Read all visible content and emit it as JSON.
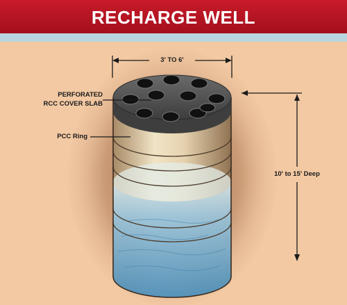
{
  "header": {
    "title": "RECHARGE WELL"
  },
  "labels": {
    "width": "3' TO 6'",
    "cover_slab_line1": "PERFORATED",
    "cover_slab_line2": "RCC COVER SLAB",
    "ring": "PCC Ring",
    "depth": "10' to 15' Deep"
  },
  "colors": {
    "header_red": "#c01826",
    "background": "#f2c9a3",
    "water": "#7fb4d3",
    "slab": "#575757"
  }
}
